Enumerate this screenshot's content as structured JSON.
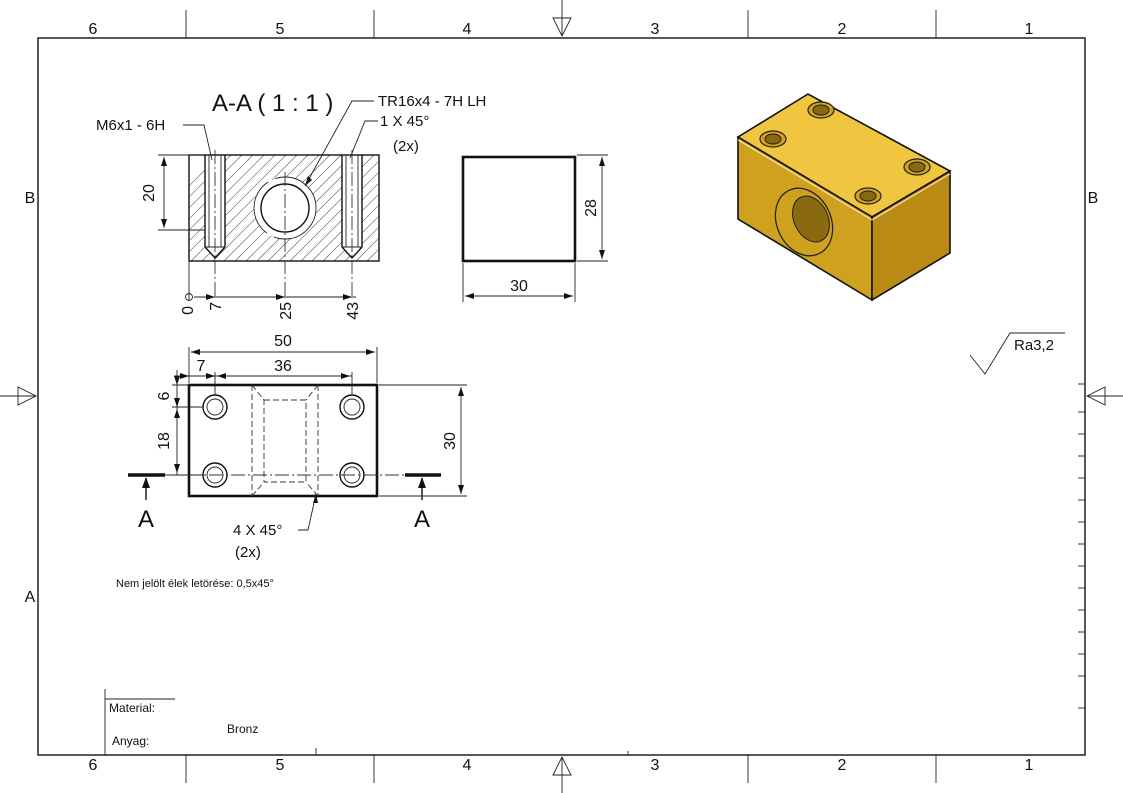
{
  "border": {
    "columns_top": [
      "6",
      "5",
      "4",
      "3",
      "2",
      "1"
    ],
    "columns_bottom": [
      "6",
      "5",
      "4",
      "3",
      "2",
      "1"
    ],
    "rows_left": [
      "B",
      "A"
    ],
    "rows_right": [
      "B"
    ]
  },
  "section_view": {
    "title": "A-A ( 1 : 1 )",
    "thread_note": "M6x1 - 6H",
    "trap_thread_note": "TR16x4 - 7H LH",
    "chamfer_note": "1 X 45°",
    "chamfer_count": "(2x)",
    "dim_height": "20",
    "ordinates": [
      "0",
      "7",
      "25",
      "43"
    ]
  },
  "side_view": {
    "dim_height": "28",
    "dim_width": "30"
  },
  "top_view": {
    "dim_overall_width": "50",
    "dim_hole_offset": "7",
    "dim_hole_spacing": "36",
    "dim_top_offset": "6",
    "dim_hole_spacing_y": "18",
    "dim_height": "30",
    "section_label_left": "A",
    "section_label_right": "A",
    "chamfer_note": "4 X 45°",
    "chamfer_count": "(2x)"
  },
  "surface_finish": "Ra3,2",
  "general_note": "Nem jelölt élek letörése: 0,5x45°",
  "title_block": {
    "material_label_en": "Material:",
    "material_label_hu": "Anyag:",
    "material_value": "Bronz"
  },
  "colors": {
    "bronze_top": "#f0c640",
    "bronze_front": "#cfa11e",
    "bronze_side": "#b98a14",
    "bronze_bore": "#8a6a10"
  }
}
